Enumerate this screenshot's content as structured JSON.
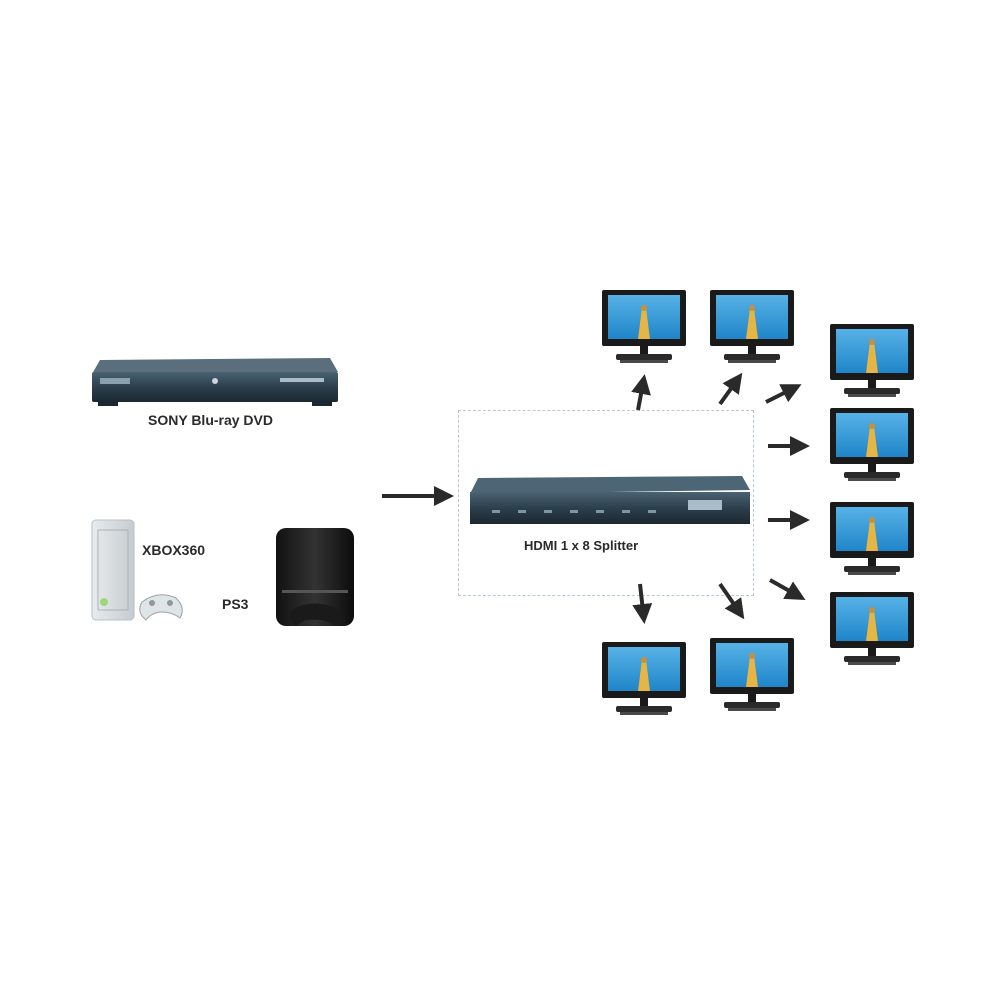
{
  "sources": {
    "bluray_label": "SONY Blu-ray DVD",
    "xbox_label": "XBOX360",
    "ps3_label": "PS3"
  },
  "splitter": {
    "label": "HDMI 1 x 8 Splitter"
  },
  "colors": {
    "device_body": "#2c3f4c",
    "screen_blue": "#1f86c9",
    "arrow": "#2a2a2a",
    "dashed_box": "#b9c9d4"
  },
  "icons": [
    "bluray-player-icon",
    "xbox360-console-icon",
    "xbox-controller-icon",
    "ps3-console-icon",
    "ps3-controller-icon",
    "hdmi-splitter-icon",
    "tv-monitor-icon"
  ]
}
